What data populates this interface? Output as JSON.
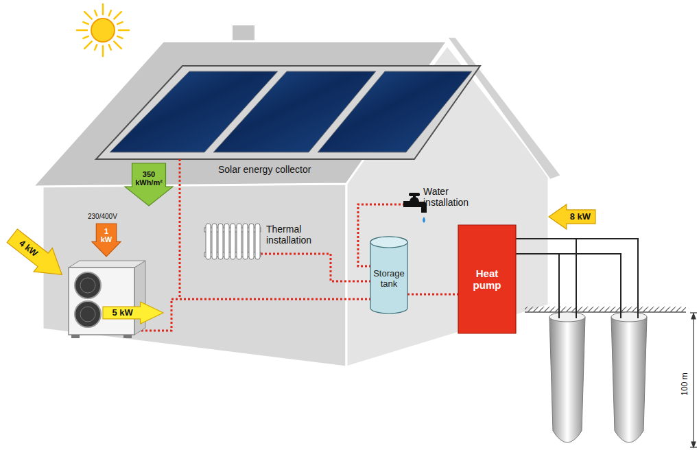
{
  "diagram": {
    "nodes": [
      {
        "text": [
          "350 kWh/m²"
        ]
      },
      {
        "text": [
          "4 kW"
        ]
      },
      {
        "text": [
          "1 kW"
        ]
      },
      {
        "text": [
          "5 kW"
        ]
      },
      {
        "text": [
          "Storage tank"
        ]
      },
      {
        "text": [
          "Heat pump"
        ]
      },
      {
        "text": [
          "8 kW"
        ]
      }
    ],
    "edges": [
      {
        "from": 4,
        "to": 5,
        "arrow": "none"
      }
    ],
    "labels": [
      "Solar energy collector",
      "Thermal installation",
      "Water installation",
      "230/400V",
      "100 m"
    ]
  }
}
